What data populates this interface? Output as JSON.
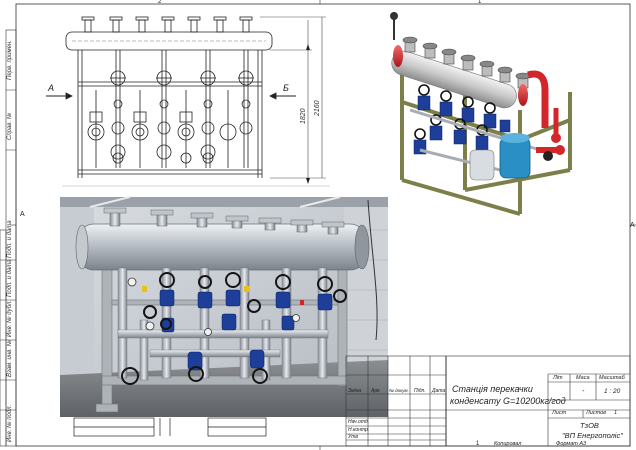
{
  "drawing": {
    "title_line1": "Станція перекачки",
    "title_line2": "конденсату G=10200кг/год",
    "company_line1": "ТзОВ",
    "company_line2": "\"ВП Енергополіс\"",
    "view_a": "А",
    "view_b": "Б",
    "dim_total_height": "2160",
    "dim_frame_height": "1820",
    "zone_top": [
      "2",
      "1"
    ],
    "zone_side": [
      "А",
      "А"
    ],
    "zone_bottom": "1"
  },
  "title_block": {
    "col_headers": [
      "Зміна",
      "Арк.",
      "№ докум.",
      "Підп.",
      "Дата"
    ],
    "stage_header": "Літ",
    "mass_header": "Маса",
    "scale_header": "Масштаб",
    "mass_value": "-",
    "scale_value": "1 : 20",
    "sheet_label": "Лист",
    "sheets_label": "Листов",
    "sheets_value": "1",
    "roles": [
      "Н.контр.",
      "Утв"
    ],
    "role_top": "Нач.отд.",
    "copied": "Копировал",
    "format": "Формат А3"
  },
  "left_strip": [
    "Перв. примен.",
    "Справ. №",
    "Подп. и дата",
    "Инв. № дубл.",
    "Взам. инв. №",
    "Подп. и дата",
    "Инв. № подл."
  ],
  "photo": {
    "description_hidden": ""
  },
  "colors": {
    "pipe": "#c8cdd2",
    "frame": "#b5b8bc",
    "valve_blue": "#1d3f9a",
    "flange_red": "#d2262a",
    "handwheel": "#1a1a1a"
  }
}
